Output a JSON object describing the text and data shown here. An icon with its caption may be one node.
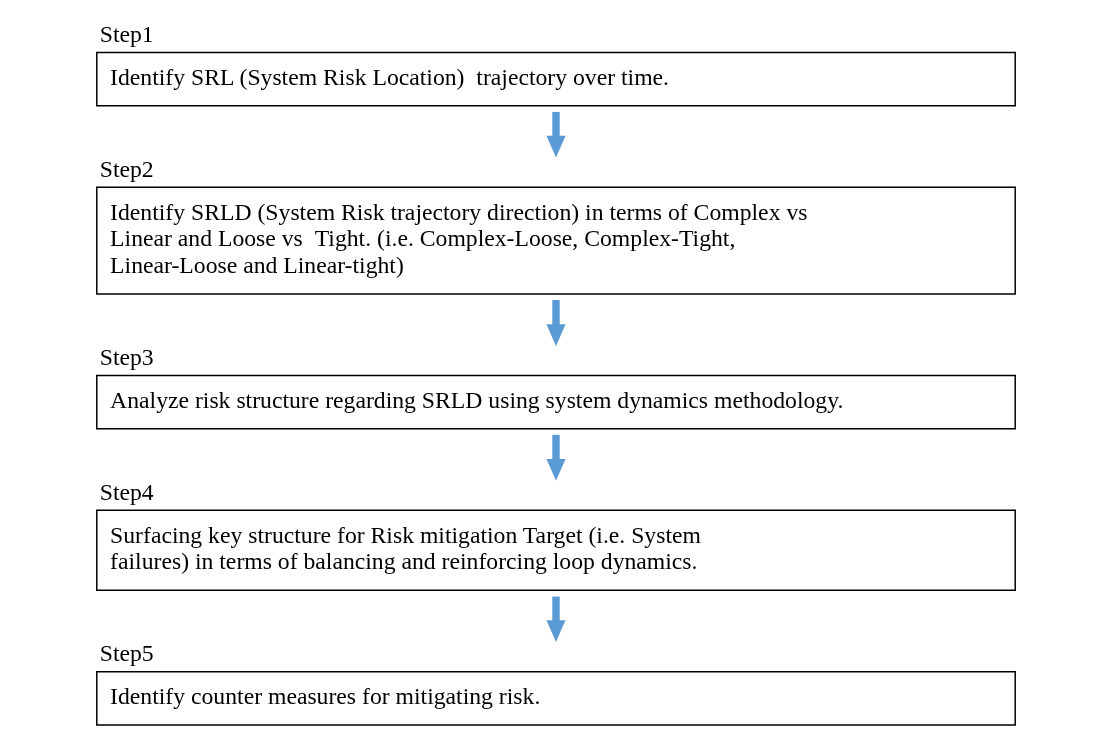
{
  "diagram": {
    "nodes": [
      {
        "text": [
          "Step1",
          "Identify SRL (System Risk Location)  trajectory over time."
        ]
      },
      {
        "text": [
          "Step2",
          "Identify SRLD (System Risk trajectory direction) in terms of Complex vs Linear and Loose vs  Tight. (i.e. Complex-Loose, Complex-Tight, Linear-Loose and Linear-tight)"
        ]
      },
      {
        "text": [
          "Step3",
          "Analyze risk structure regarding SRLD using system dynamics methodology."
        ]
      },
      {
        "text": [
          "Step4",
          "Surfacing key structure for Risk mitigation Target (i.e. System failures) in terms of balancing and reinforcing loop dynamics."
        ]
      },
      {
        "text": [
          "Step5",
          "Identify counter measures for mitigating risk."
        ]
      }
    ],
    "edges": [
      {
        "from": 0,
        "to": 1,
        "arrow": "to"
      },
      {
        "from": 1,
        "to": 2,
        "arrow": "to"
      },
      {
        "from": 2,
        "to": 3,
        "arrow": "to"
      },
      {
        "from": 3,
        "to": 4,
        "arrow": "to"
      }
    ]
  }
}
